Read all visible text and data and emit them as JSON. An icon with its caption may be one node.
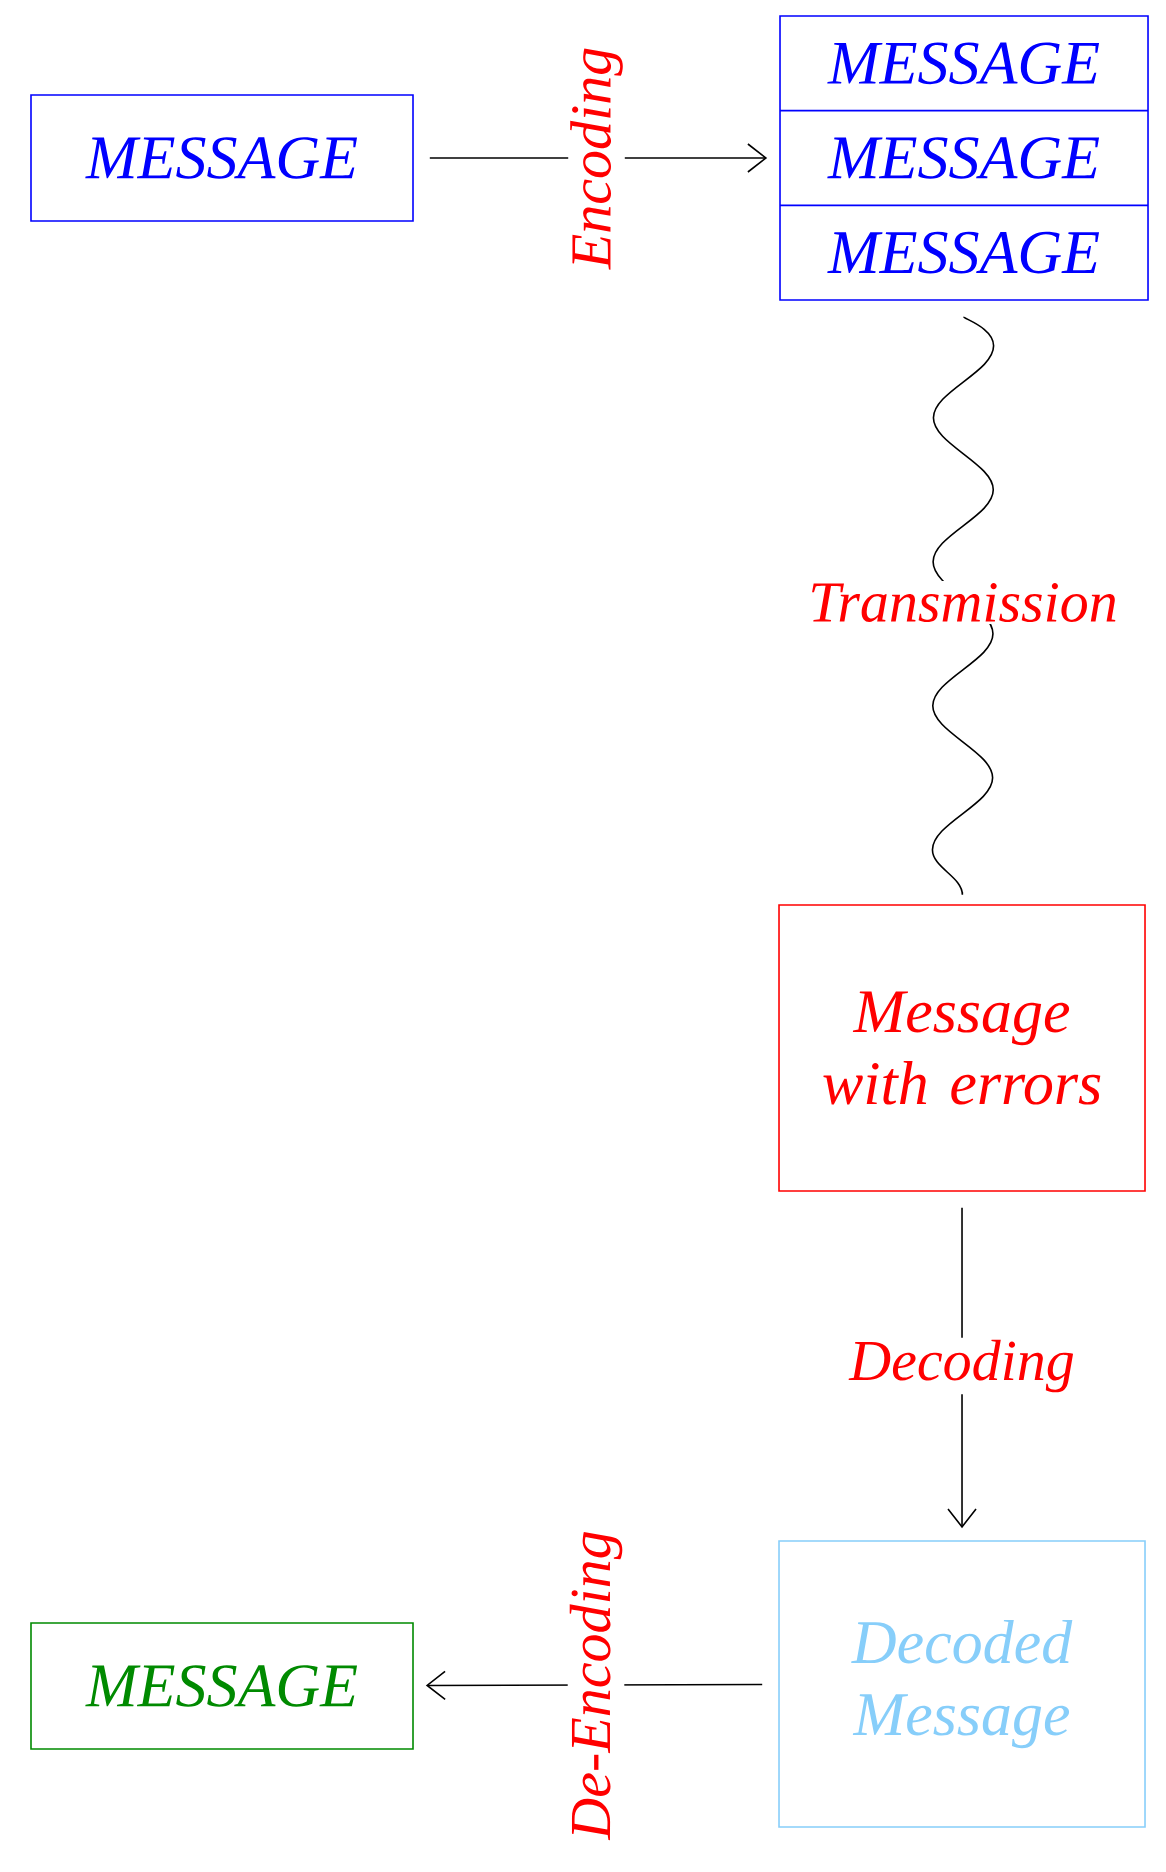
{
  "diagram": {
    "nodes": [
      {
        "text": [
          "MESSAGE"
        ]
      },
      {
        "text": [
          "MESSAGE",
          "MESSAGE",
          "MESSAGE"
        ]
      },
      {
        "text": [
          "Message with errors"
        ]
      },
      {
        "text": [
          "Decoded Message"
        ]
      },
      {
        "text": [
          "MESSAGE"
        ]
      }
    ],
    "edges": [
      {
        "from": 0,
        "to": 1,
        "arrow": "to",
        "label": "Encoding"
      },
      {
        "from": 1,
        "to": 2,
        "arrow": "none",
        "label": "Transmission"
      },
      {
        "from": 2,
        "to": 3,
        "arrow": "to",
        "label": "Decoding"
      },
      {
        "from": 3,
        "to": 4,
        "arrow": "to",
        "label": "De-Encoding"
      }
    ]
  }
}
